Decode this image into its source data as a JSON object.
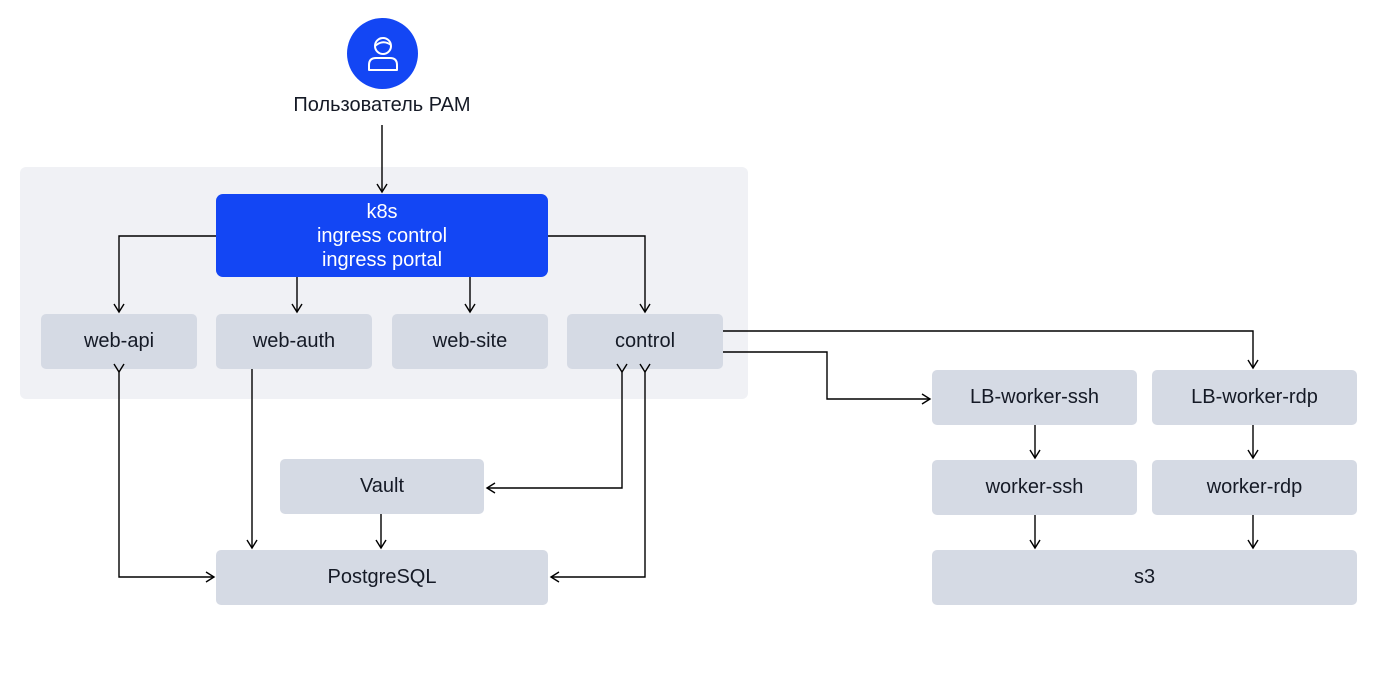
{
  "user": {
    "icon": "user-icon",
    "label": "Пользователь PAM"
  },
  "ingress": {
    "line1": "k8s",
    "line2": "ingress control",
    "line3": "ingress portal"
  },
  "services": {
    "web_api": "web-api",
    "web_auth": "web-auth",
    "web_site": "web-site",
    "control": "control"
  },
  "storage": {
    "vault": "Vault",
    "postgres": "PostgreSQL"
  },
  "workers": {
    "lb_ssh": "LB-worker-ssh",
    "lb_rdp": "LB-worker-rdp",
    "ssh": "worker-ssh",
    "rdp": "worker-rdp",
    "s3": "s3"
  },
  "colors": {
    "primary": "#1346f4",
    "node": "#d5dae4",
    "cluster_bg": "#f0f1f5",
    "line": "#000000"
  }
}
